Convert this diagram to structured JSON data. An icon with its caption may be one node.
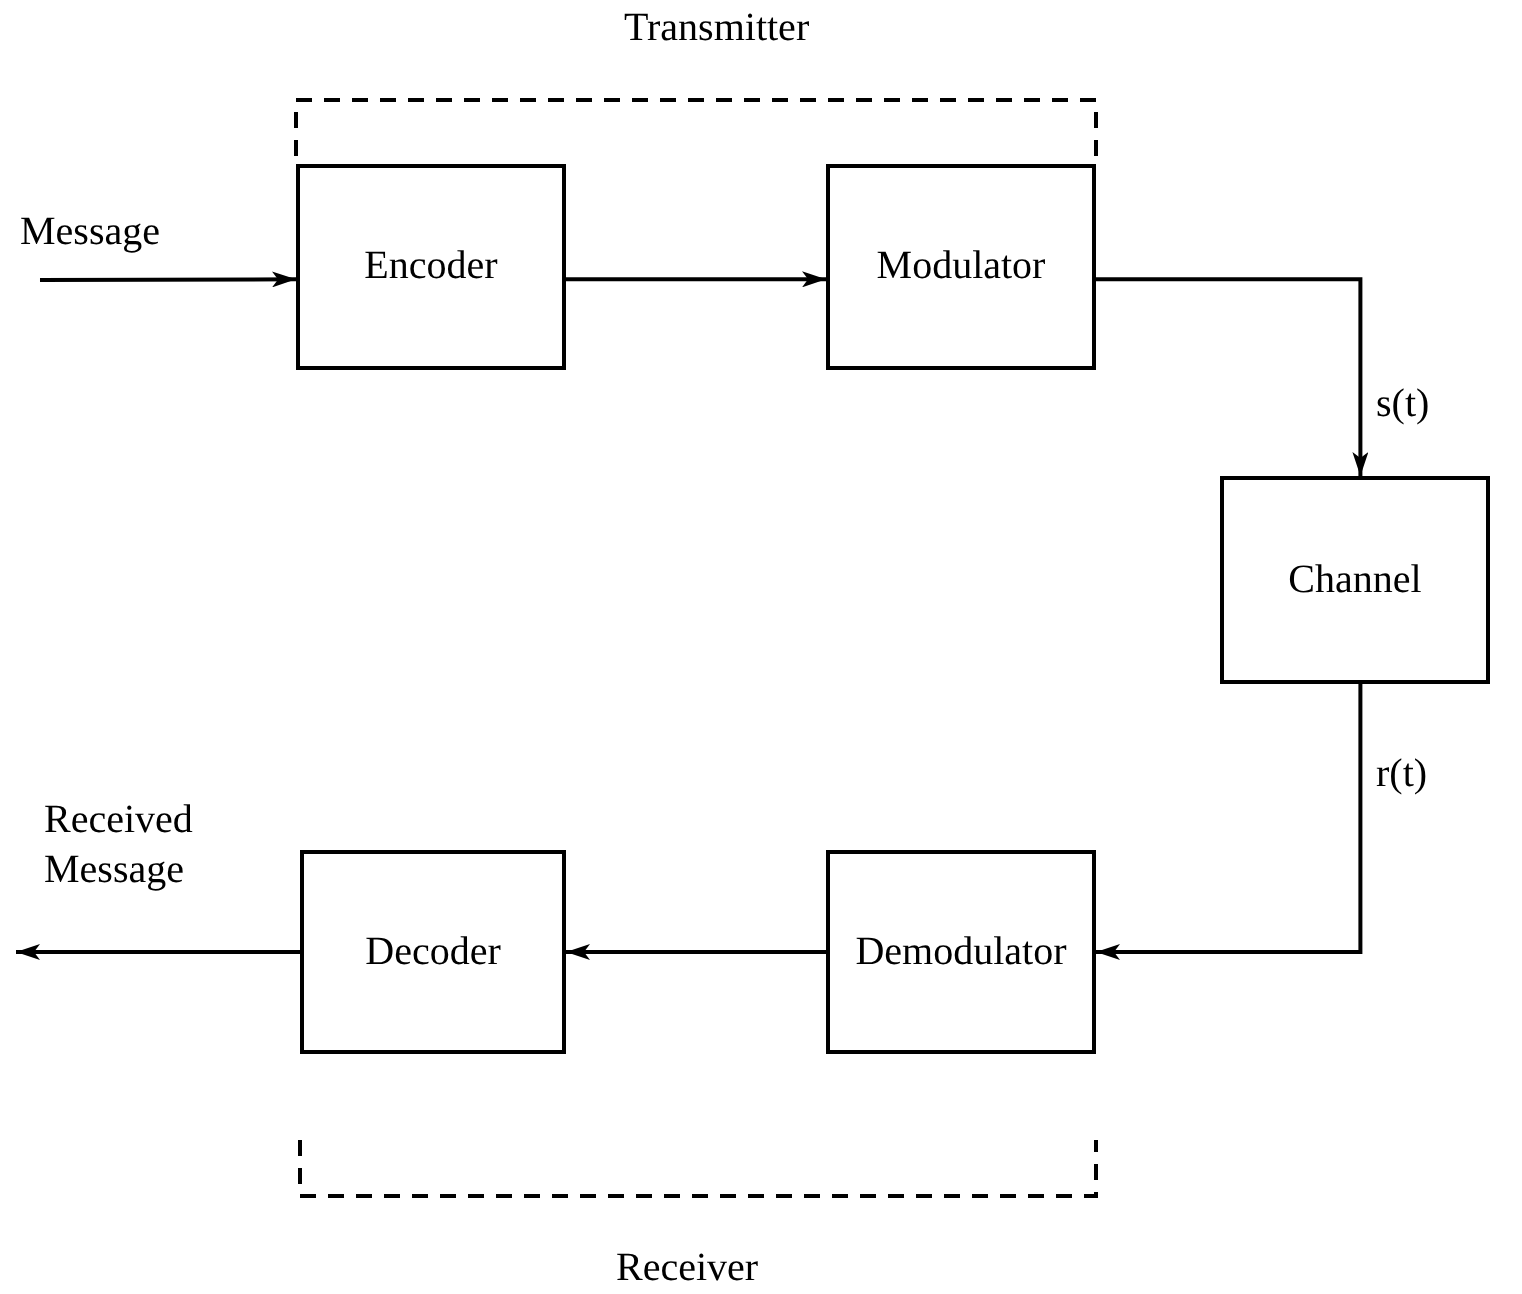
{
  "diagram": {
    "nodes": [
      {
        "text": [
          "Encoder"
        ]
      },
      {
        "text": [
          "Modulator"
        ]
      },
      {
        "text": [
          "Channel"
        ]
      },
      {
        "text": [
          "Demodulator"
        ]
      },
      {
        "text": [
          "Decoder"
        ]
      }
    ],
    "edges": [
      {
        "from": null,
        "to": 0,
        "arrow": "to",
        "label": "Message"
      },
      {
        "from": 0,
        "to": 1,
        "arrow": "to"
      },
      {
        "from": 1,
        "to": 2,
        "arrow": "to",
        "label": "s(t)"
      },
      {
        "from": 2,
        "to": 3,
        "arrow": "to",
        "label": "r(t)"
      },
      {
        "from": 3,
        "to": 4,
        "arrow": "to"
      },
      {
        "from": 4,
        "to": null,
        "arrow": "to",
        "label": "Received Message"
      }
    ],
    "labels": [
      "Transmitter",
      "Receiver"
    ]
  }
}
